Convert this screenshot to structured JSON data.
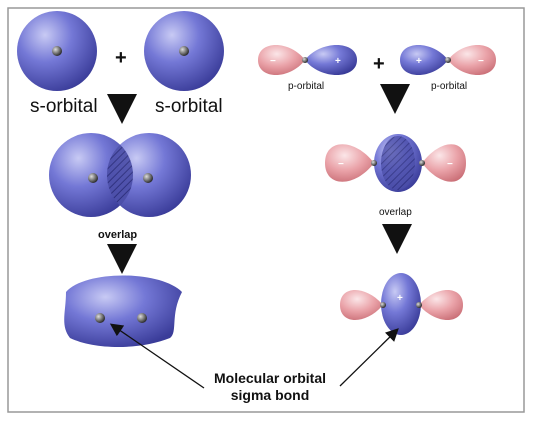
{
  "labels": {
    "s_left": "s-orbital",
    "s_right": "s-orbital",
    "overlap_s": "overlap",
    "p_left": "p-orbital",
    "p_right": "p-orbital",
    "overlap_p": "overlap",
    "caption_line1": "Molecular orbital",
    "caption_line2": "sigma bond"
  },
  "signs": {
    "plus_s": "+",
    "plus_p": "+",
    "lobe_plus": "+",
    "lobe_minus": "−"
  },
  "colors": {
    "s_orbital": "#4c4fb0",
    "p_positive_lobe": "#4c4fb0",
    "p_negative_lobe": "#e27a82",
    "nucleus": "#333333",
    "frame": "#999999"
  }
}
